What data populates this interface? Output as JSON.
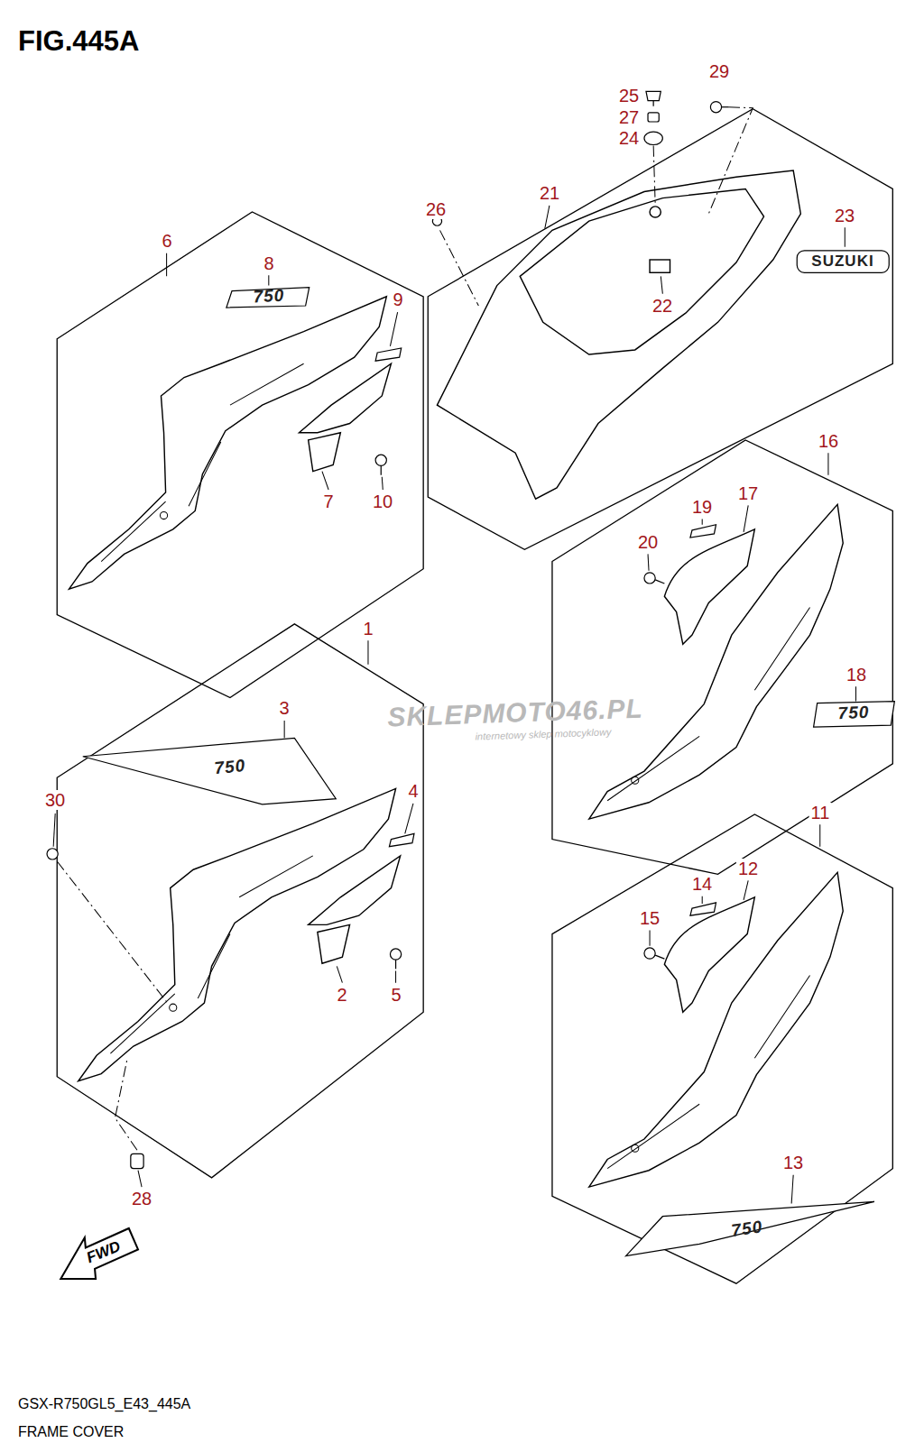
{
  "diagram": {
    "title": "FIG.445A",
    "caption": "FRAME COVER",
    "labels": [
      "29",
      "25",
      "27",
      "24",
      "21",
      "26",
      "23",
      "6",
      "8",
      "SUZUKI",
      "750",
      "9",
      "22",
      "16",
      "17",
      "7",
      "10",
      "19",
      "20",
      "1",
      "18",
      "3",
      "SKLEPMOTO46.PL",
      "750",
      "internetowy sklep motocyklowy",
      "750",
      "4",
      "30",
      "11",
      "12",
      "14",
      "15",
      "2",
      "5",
      "13",
      "28",
      "750",
      "FWD",
      "GSX-R750GL5_E43_445A"
    ]
  }
}
